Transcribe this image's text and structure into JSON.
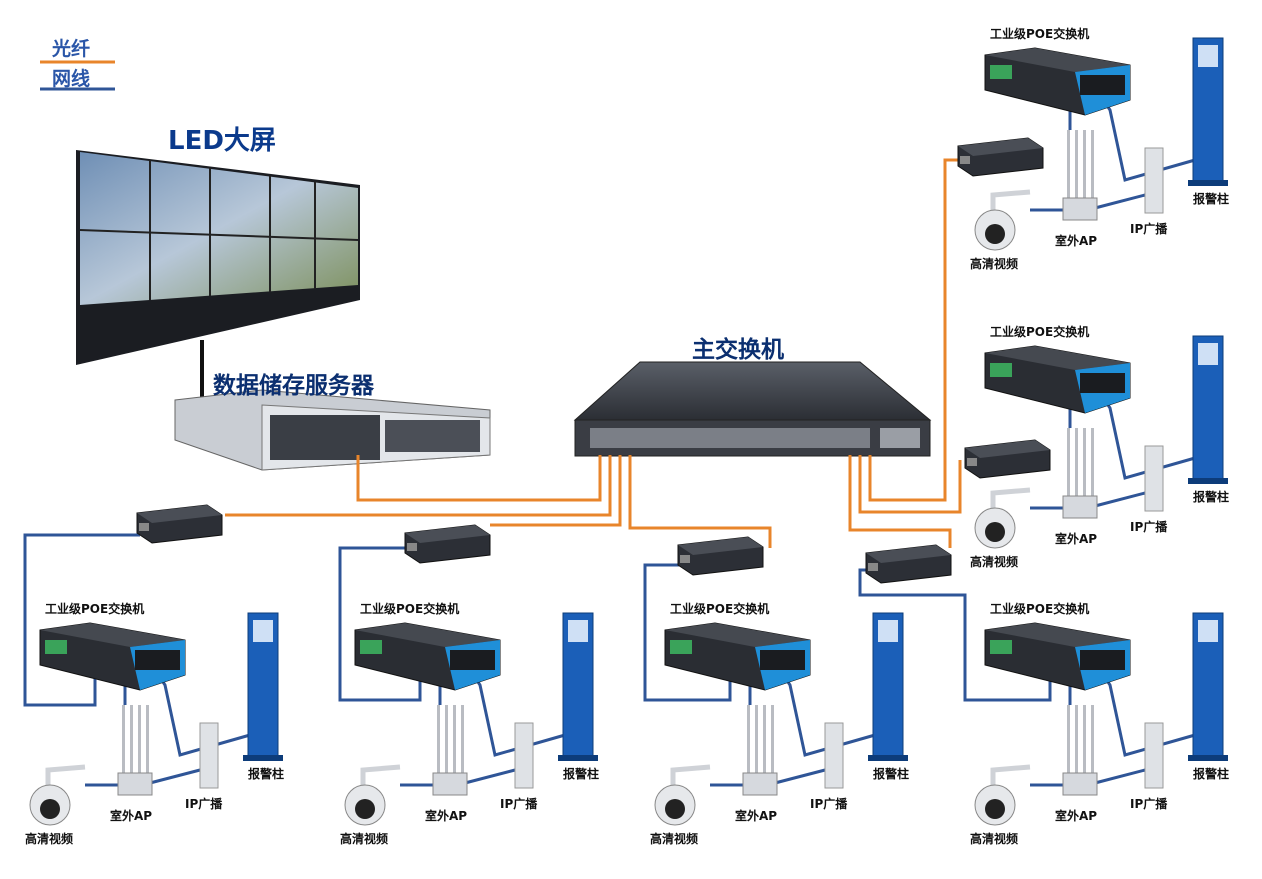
{
  "legend": {
    "fiber": "光纤",
    "network": "网线",
    "fiber_color": "#e8852b",
    "network_color": "#2f5597"
  },
  "labels": {
    "led_screen": "LED大屏",
    "storage_server": "数据储存服务器",
    "main_switch": "主交换机"
  },
  "node_labels": {
    "poe_switch": "工业级POE交换机",
    "camera": "高清视频",
    "ap": "室外AP",
    "broadcast": "IP广播",
    "alarm": "报警柱"
  },
  "colors": {
    "switch_blue": "#1f8fd8",
    "pole_blue": "#1b5fb8",
    "device_dark": "#2c2f36"
  }
}
